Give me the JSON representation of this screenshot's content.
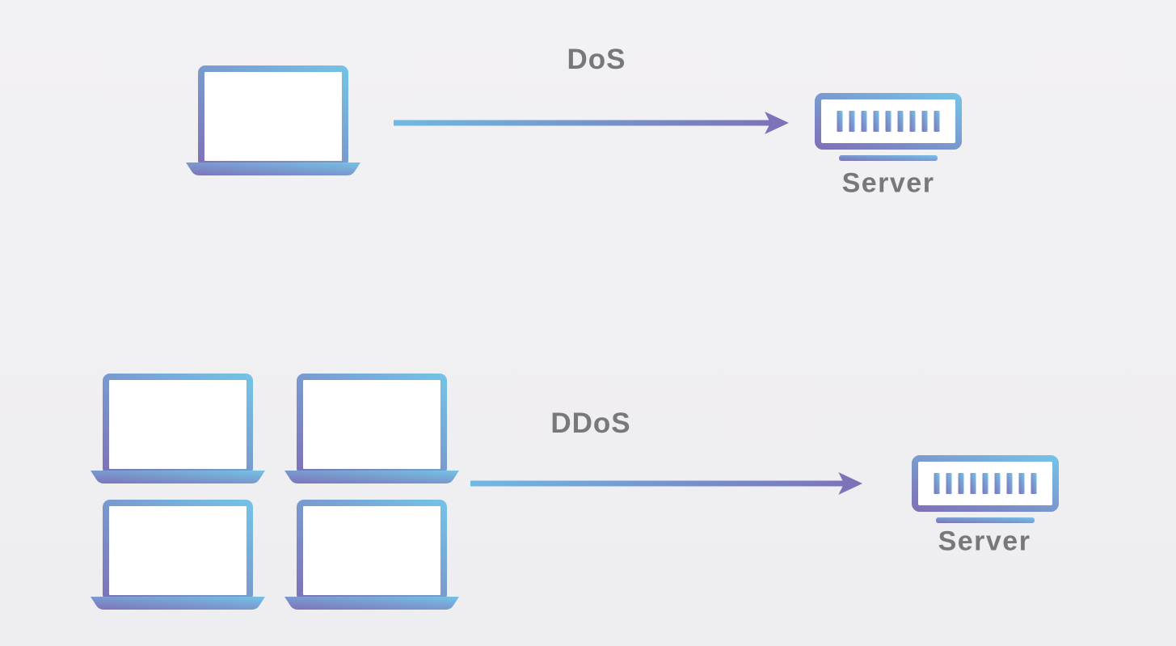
{
  "theme": {
    "background_top": "#f2f1f3",
    "background_bottom": "#eeedef",
    "purple": "#7e72b8",
    "blue": "#74c2e6",
    "arrow_blue": "#6fb9e2",
    "arrow_purple": "#7c71b7",
    "label_gray": "#77787b"
  },
  "dos": {
    "label": "DoS",
    "attackers": 1,
    "server_label": "Server"
  },
  "ddos": {
    "label": "DDoS",
    "attackers": 4,
    "server_label": "Server"
  }
}
